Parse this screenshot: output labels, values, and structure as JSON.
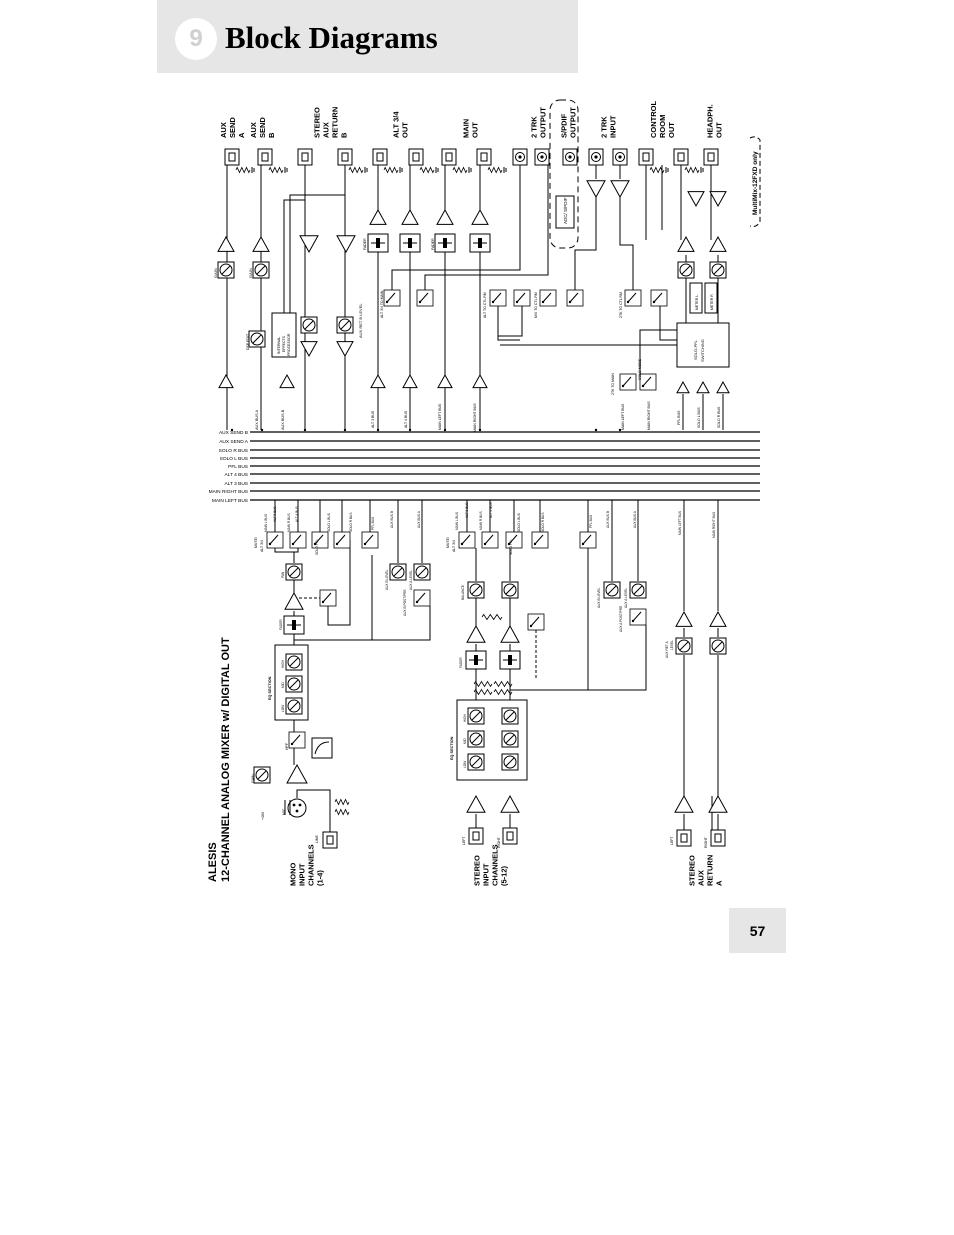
{
  "header": {
    "chapter_number": "9",
    "title": "Block Diagrams"
  },
  "page_number": "57",
  "diagram": {
    "caption_line1": "ALESIS",
    "caption_line2": "12-CHANNEL ANALOG MIXER w/ DIGITAL OUT",
    "top_labels": [
      {
        "id": "aux-send-a",
        "lines": [
          "AUX",
          "SEND",
          "A"
        ]
      },
      {
        "id": "aux-send-b",
        "lines": [
          "AUX",
          "SEND",
          "B"
        ]
      },
      {
        "id": "stereo-aux-return-b",
        "lines": [
          "STEREO",
          "AUX",
          "RETURN",
          "B"
        ]
      },
      {
        "id": "alt-34-out",
        "lines": [
          "ALT 3/4",
          "OUT"
        ]
      },
      {
        "id": "main-out",
        "lines": [
          "MAIN",
          "OUT"
        ]
      },
      {
        "id": "2trk-output",
        "lines": [
          "2 TRK",
          "OUTPUT"
        ]
      },
      {
        "id": "spdif-output",
        "lines": [
          "S/PDIF",
          "OUTPUT"
        ]
      },
      {
        "id": "2trk-input",
        "lines": [
          "2 TRK",
          "INPUT"
        ]
      },
      {
        "id": "control-room-out",
        "lines": [
          "CONTROL",
          "ROOM",
          "OUT"
        ]
      },
      {
        "id": "headph-out",
        "lines": [
          "HEADPH.",
          "OUT"
        ]
      }
    ],
    "multimix_note": "MultiMix-12FXD only",
    "bus_labels": [
      "AUX SEND B",
      "AUX SEND A",
      "SOLO R BUS",
      "SOLO L BUS",
      "PFL BUS",
      "ALT 4 BUS",
      "ALT 3 BUS",
      "MAIN RIGHT BUS",
      "MAIN LEFT BUS"
    ],
    "bottom_labels": [
      {
        "id": "mono-input",
        "lines": [
          "MONO",
          "INPUT",
          "CHANNELS",
          "(1-4)"
        ]
      },
      {
        "id": "stereo-input",
        "lines": [
          "STEREO",
          "INPUT",
          "CHANNELS",
          "(5-12)"
        ]
      },
      {
        "id": "stereo-aux-return-a",
        "lines": [
          "STEREO",
          "AUX",
          "RETURN",
          "A"
        ]
      }
    ],
    "section_labels": {
      "eq_section_mono": "EQ SECTION",
      "eq_section_stereo": "EQ SECTION",
      "internal_fx": "INTERNAL EFFECTS PROCESSOR",
      "adc_spdif": "ADC/ S/PDIF",
      "solo_pfl_switching": "SOLO-PFL SWITCHING",
      "meter_l": "METER L",
      "meter_r": "METER R"
    },
    "knob_labels": [
      "LOW",
      "MID",
      "HIGH",
      "GAIN",
      "PAN",
      "BALANCE",
      "AUX A LEVEL",
      "AUX B LEVEL",
      "FADER",
      "LEVEL",
      "AUX RET. A LEVEL"
    ],
    "switch_labels": [
      "MUTE/ ALT 3/4",
      "SOLO PFL",
      "MAIN",
      "L-R",
      "HPF",
      "AUX A POST/PRE",
      "AUX B POST/PRE"
    ]
  }
}
